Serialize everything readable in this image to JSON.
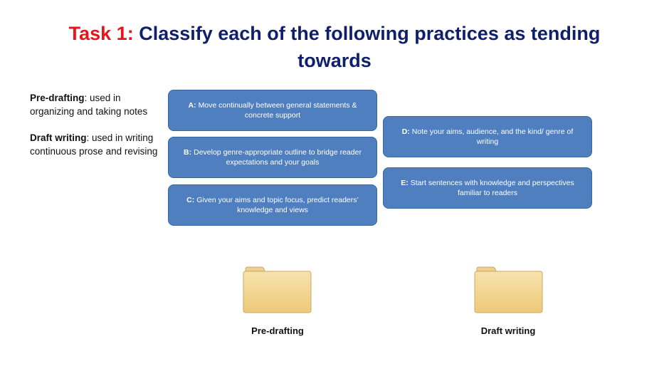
{
  "title": {
    "task_label": "Task 1:",
    "text": "Classify each of the following practices as tending towards"
  },
  "definitions": [
    {
      "term": "Pre-drafting",
      "description": ": used in organizing and taking notes"
    },
    {
      "term": "Draft writing",
      "description": ": used in writing continuous prose and revising"
    }
  ],
  "cards": [
    {
      "letter": "A:",
      "text": "Move continually between general statements & concrete support"
    },
    {
      "letter": "B:",
      "text": "Develop genre-appropriate outline to bridge reader expectations and your goals"
    },
    {
      "letter": "C:",
      "text": "Given your aims and topic focus, predict readers’ knowledge and views"
    },
    {
      "letter": "D:",
      "text": "Note your aims, audience, and the kind/ genre of writing"
    },
    {
      "letter": "E:",
      "text": "Start sentences with knowledge and perspectives familiar to readers"
    }
  ],
  "folders": [
    {
      "label": "Pre-drafting",
      "icon": "folder-icon"
    },
    {
      "label": "Draft writing",
      "icon": "folder-icon"
    }
  ],
  "colors": {
    "task_label": "#e8141c",
    "title": "#0f1f6b",
    "card_fill": "#4f7fbf",
    "card_border": "#3a669f",
    "folder_fill": "#f3d78f"
  }
}
